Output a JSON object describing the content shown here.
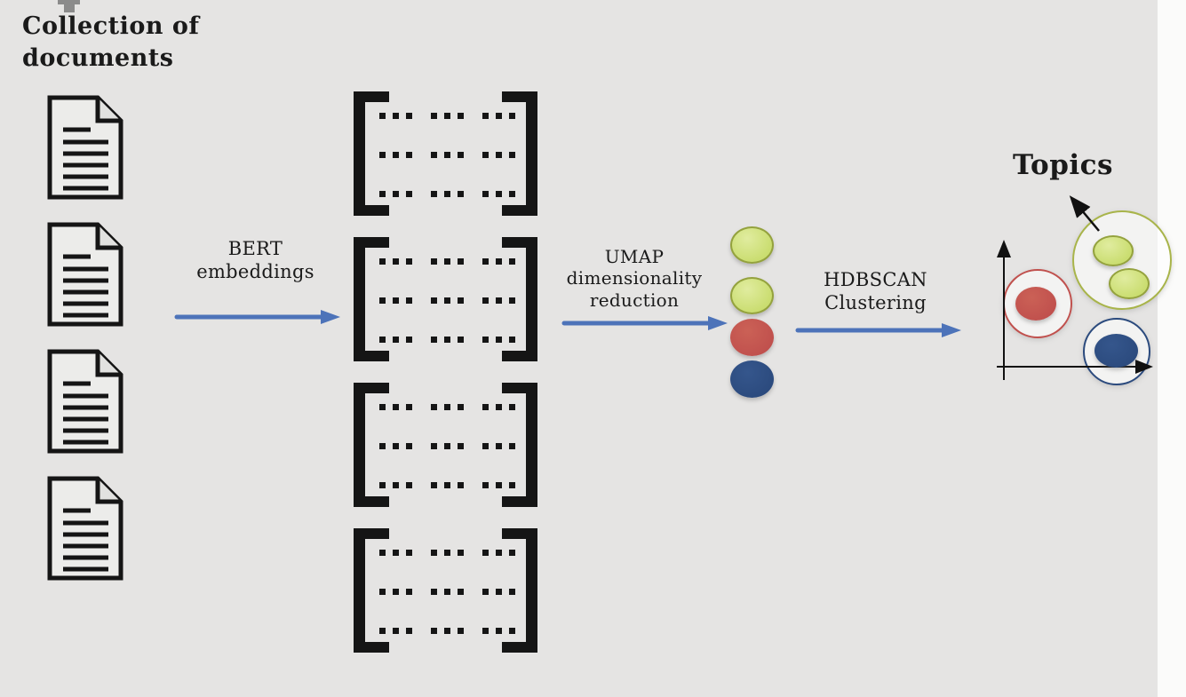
{
  "colors": {
    "background": "#E5E4E3",
    "page_margin": "#FBFBFA",
    "ink": "#151515",
    "text": "#1A1A1A",
    "arrow_blue": "#4D73B9",
    "lime_fill": "#CADD70",
    "lime_highlight": "#E0EC9F",
    "lime_border": "#94A23E",
    "red": "#C0504D",
    "navy": "#2B4A7D",
    "green_circle_stroke": "#A8B44A"
  },
  "collection_label": {
    "line1": "Collection of",
    "line2": "documents"
  },
  "documents": {
    "count": 4
  },
  "embedding_matrices": {
    "count": 4,
    "rows_per_matrix": 3,
    "dot_groups_per_row": 3,
    "dots_per_group": 3
  },
  "steps": {
    "bert": {
      "line1": "BERT",
      "line2": "embeddings"
    },
    "umap": {
      "line1": "UMAP",
      "line2": "dimensionality",
      "line3": "reduction"
    },
    "hdbscan": {
      "line1": "HDBSCAN",
      "line2": "Clustering"
    }
  },
  "reduced_points": [
    {
      "color": "lime"
    },
    {
      "color": "lime"
    },
    {
      "color": "red"
    },
    {
      "color": "navy"
    }
  ],
  "topics": {
    "label": "Topics",
    "clusters": [
      {
        "name": "green",
        "points": 2,
        "outline": "#A8B44A"
      },
      {
        "name": "red",
        "points": 1,
        "outline": "#C0504D"
      },
      {
        "name": "blue",
        "points": 1,
        "outline": "#2B4A7D"
      }
    ]
  }
}
